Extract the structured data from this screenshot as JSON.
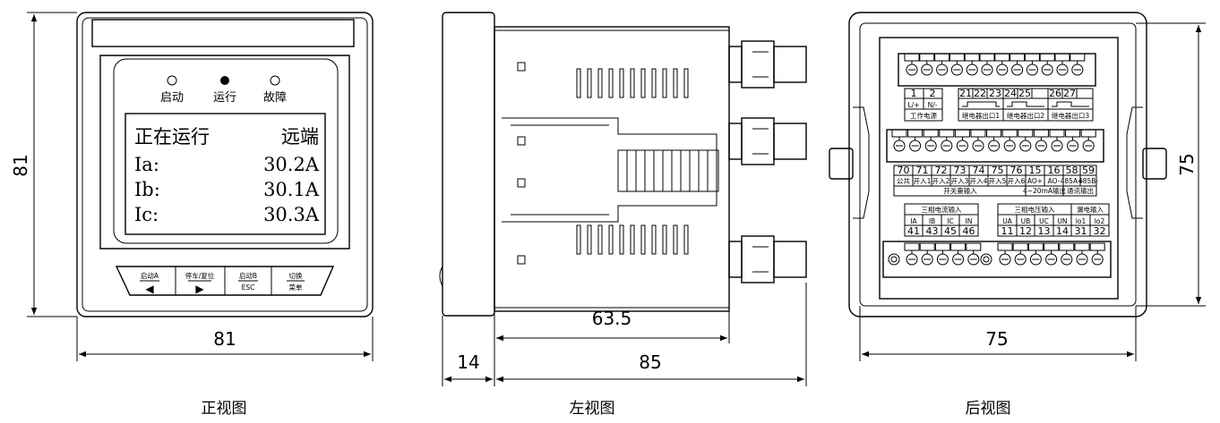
{
  "dimensions": {
    "front_height": "81",
    "front_width": "81",
    "side_depth_inner": "63.5",
    "side_front_thickness": "14",
    "side_depth_total": "85",
    "rear_width": "75",
    "rear_height": "75"
  },
  "captions": {
    "front": "正视图",
    "side": "左视图",
    "rear": "后视图"
  },
  "front": {
    "indicators": [
      "启动",
      "运行",
      "故障"
    ],
    "lcd_line1_left": "正在运行",
    "lcd_line1_right": "远端",
    "lcd_rows": [
      {
        "label": "Ia:",
        "value": "30.2A"
      },
      {
        "label": "Ib:",
        "value": "30.1A"
      },
      {
        "label": "Ic:",
        "value": "30.3A"
      }
    ],
    "buttons": [
      {
        "top": "启动A",
        "bottom": "◀"
      },
      {
        "top": "停车/复位",
        "bottom": "▶"
      },
      {
        "top": "启动B",
        "bottom": "ESC"
      },
      {
        "top": "切换",
        "bottom": "菜单"
      }
    ]
  },
  "rear": {
    "row1_nums": [
      "1",
      "2",
      "21",
      "22",
      "23",
      "24",
      "25",
      "26",
      "27"
    ],
    "row1_sub": [
      "L/+",
      "N/-"
    ],
    "row1_groups": [
      "工作电源",
      "继电器出口1",
      "继电器出口2",
      "继电器出口3"
    ],
    "row2_nums": [
      "70",
      "71",
      "72",
      "73",
      "74",
      "75",
      "76",
      "15",
      "16",
      "58",
      "59"
    ],
    "row2_sub": [
      "公共",
      "开入1",
      "开入2",
      "开入3",
      "开入4",
      "开入5",
      "开入6",
      "AO+",
      "AO-",
      "485A+",
      "485B-"
    ],
    "row2_groups": [
      "开关量输入",
      "4~20mA输出",
      "通讯输出"
    ],
    "row3_group_left": "三相电流输入",
    "row3_left_labels": [
      "IA",
      "IB",
      "IC",
      "IN"
    ],
    "row3_left_nums": [
      "41",
      "43",
      "45",
      "46"
    ],
    "row3_group_mid": "三相电压输入",
    "row3_mid_labels": [
      "UA",
      "UB",
      "UC",
      "UN"
    ],
    "row3_mid_nums": [
      "11",
      "12",
      "13",
      "14"
    ],
    "row3_group_right": "漏电输入",
    "row3_right_labels": [
      "Io1",
      "Io2"
    ],
    "row3_right_nums": [
      "31",
      "32"
    ]
  }
}
